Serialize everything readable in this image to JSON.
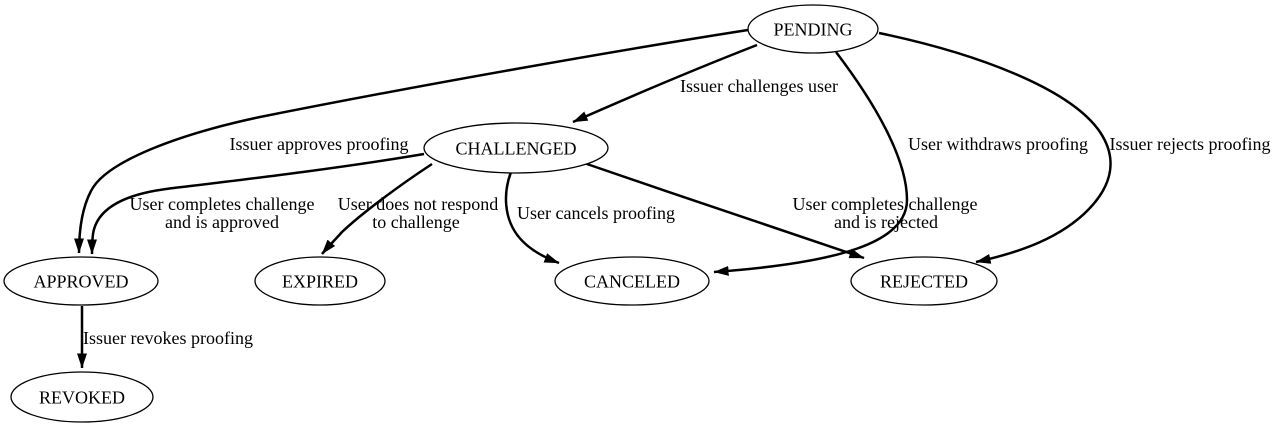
{
  "diagram": {
    "type": "state-transition-graph",
    "colors": {
      "background": "#ffffff",
      "node_fill": "#ffffff",
      "stroke": "#000000",
      "text": "#000000"
    },
    "nodes": {
      "pending": {
        "label": "PENDING"
      },
      "challenged": {
        "label": "CHALLENGED"
      },
      "approved": {
        "label": "APPROVED"
      },
      "expired": {
        "label": "EXPIRED"
      },
      "canceled": {
        "label": "CANCELED"
      },
      "rejected": {
        "label": "REJECTED"
      },
      "revoked": {
        "label": "REVOKED"
      }
    },
    "edges": {
      "challenges": {
        "from": "PENDING",
        "to": "CHALLENGED",
        "label": "Issuer challenges user"
      },
      "approves": {
        "from": "PENDING",
        "to": "APPROVED",
        "label": "Issuer approves proofing"
      },
      "withdraws": {
        "from": "PENDING",
        "to": "CANCELED",
        "label": "User withdraws proofing"
      },
      "rejects": {
        "from": "PENDING",
        "to": "REJECTED",
        "label": "Issuer rejects proofing"
      },
      "completes_approved": {
        "from": "CHALLENGED",
        "to": "APPROVED",
        "label": "User completes challenge and is approved",
        "lines": [
          "User completes challenge",
          "and is approved"
        ]
      },
      "no_response": {
        "from": "CHALLENGED",
        "to": "EXPIRED",
        "label": "User does not respond to challenge",
        "lines": [
          "User does not respond",
          "to challenge"
        ]
      },
      "cancels": {
        "from": "CHALLENGED",
        "to": "CANCELED",
        "label": "User cancels proofing"
      },
      "completes_rejected": {
        "from": "CHALLENGED",
        "to": "REJECTED",
        "label": "User completes challenge and is rejected",
        "lines": [
          "User completes challenge",
          "and is rejected"
        ]
      },
      "revokes": {
        "from": "APPROVED",
        "to": "REVOKED",
        "label": "Issuer revokes proofing"
      }
    }
  }
}
